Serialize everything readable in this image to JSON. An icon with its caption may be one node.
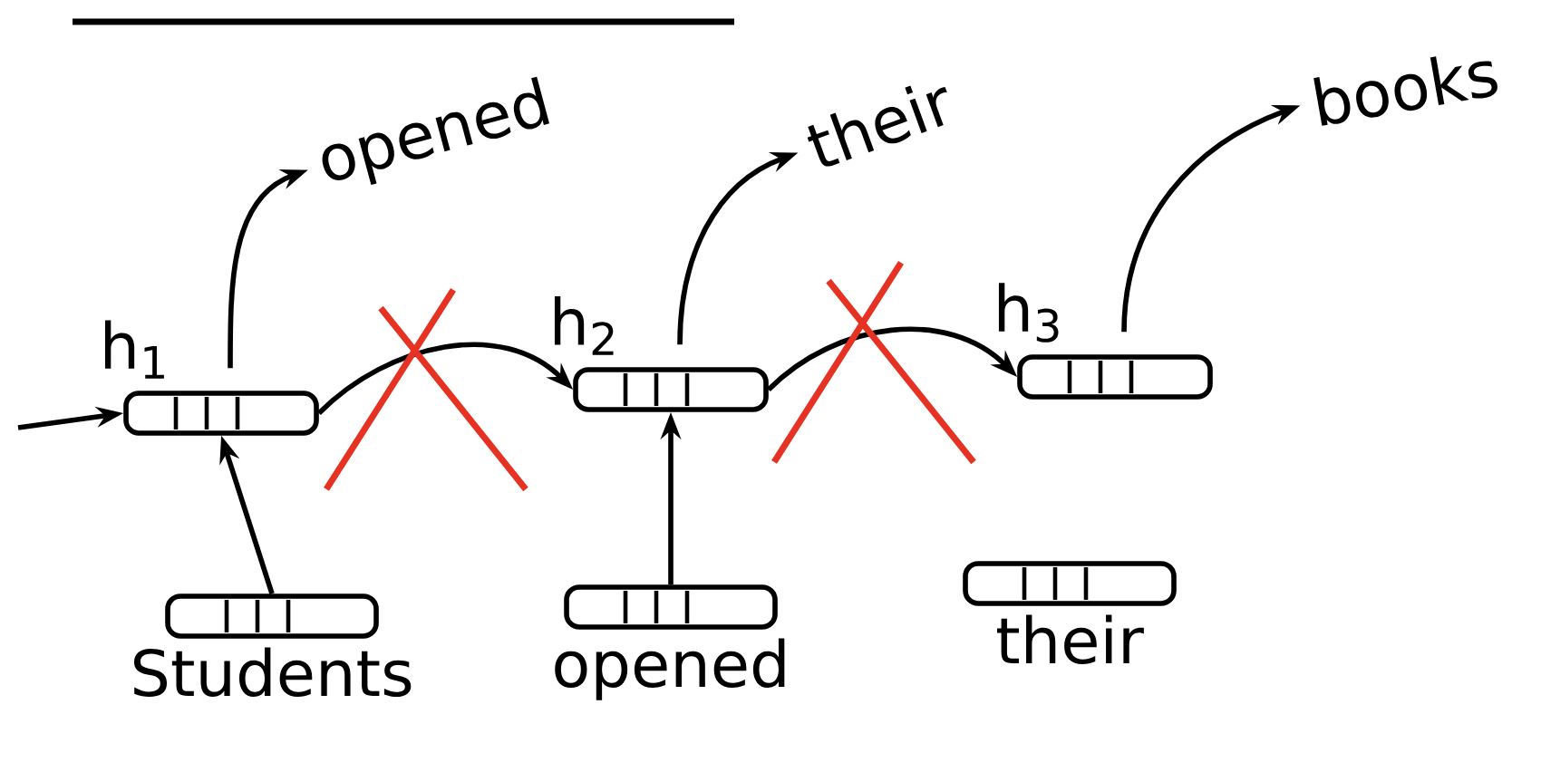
{
  "diagram": {
    "nodes": [
      {
        "text": [
          "h$_{1}$"
        ]
      },
      {
        "text": [
          "h$_{2}$"
        ]
      },
      {
        "text": [
          "h$_{3}$"
        ]
      },
      {
        "text": [],
        "shape": "box",
        "beside": [
          "Students"
        ]
      },
      {
        "text": [],
        "shape": "box",
        "beside": [
          "opened"
        ]
      },
      {
        "text": [],
        "shape": "box",
        "beside": [
          "their"
        ]
      },
      {
        "text": [
          "opened"
        ]
      },
      {
        "text": [
          "their"
        ]
      },
      {
        "text": [
          "books"
        ]
      }
    ],
    "edges": [
      {
        "from": null,
        "to": 0,
        "arrow": "to"
      },
      {
        "from": 3,
        "to": 0,
        "arrow": "to"
      },
      {
        "from": 4,
        "to": 1,
        "arrow": "to"
      },
      {
        "from": 0,
        "to": 1,
        "arrow": "to"
      },
      {
        "from": 1,
        "to": 2,
        "arrow": "to"
      },
      {
        "from": 0,
        "to": 6,
        "arrow": "to"
      },
      {
        "from": 1,
        "to": 7,
        "arrow": "to"
      },
      {
        "from": 2,
        "to": 8,
        "arrow": "to"
      }
    ]
  }
}
